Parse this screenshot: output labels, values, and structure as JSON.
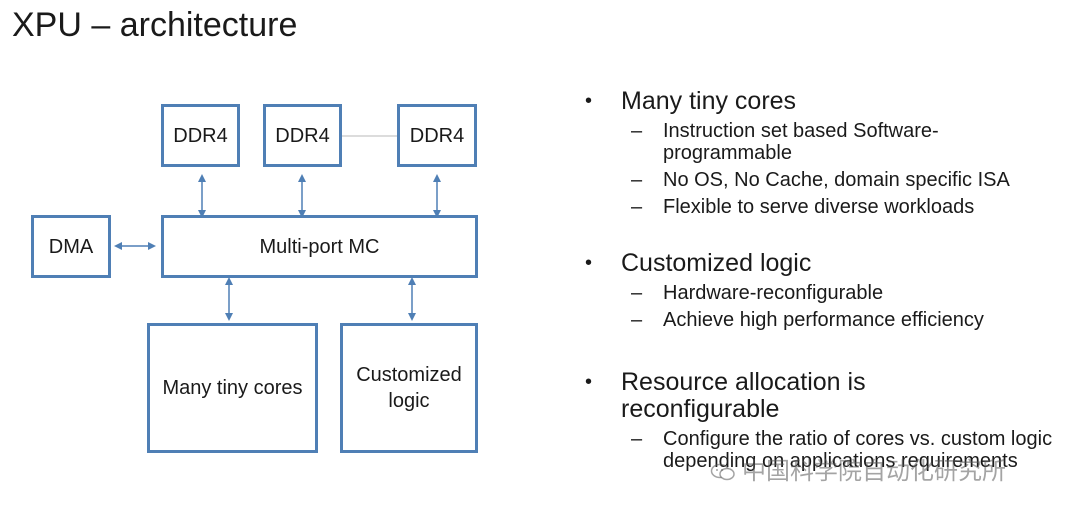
{
  "slide": {
    "title": "XPU – architecture"
  },
  "diagram": {
    "ddr4_1": "DDR4",
    "ddr4_2": "DDR4",
    "ddr4_3": "DDR4",
    "dma": "DMA",
    "mc": "Multi-port MC",
    "cores": "Many tiny cores",
    "logic_line1": "Customized",
    "logic_line2": "logic",
    "colors": {
      "border": "#4f7fb5",
      "arrow": "#4f7fb5"
    }
  },
  "bullets": [
    {
      "heading": "Many tiny cores",
      "items": [
        "Instruction set based Software-programmable",
        "No OS, No Cache, domain specific ISA",
        "Flexible to serve diverse workloads"
      ]
    },
    {
      "heading": "Customized logic",
      "items": [
        "Hardware-reconfigurable",
        "Achieve high performance efficiency"
      ]
    },
    {
      "heading": "Resource allocation is reconfigurable",
      "items": [
        "Configure the ratio of cores vs. custom logic depending on applications requirements"
      ]
    }
  ],
  "watermark": {
    "text": "中国科学院自动化研究所",
    "icon": "wechat-icon"
  }
}
